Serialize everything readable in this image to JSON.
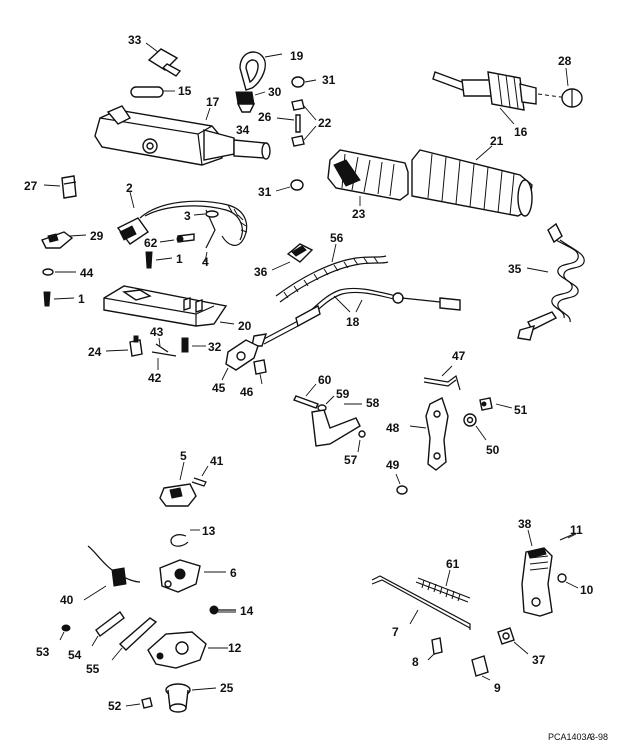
{
  "diagram": {
    "type": "exploded parts diagram",
    "footer": {
      "code": "PCA1403A",
      "date": "3-98"
    },
    "callouts": [
      {
        "id": "c33",
        "label": "33"
      },
      {
        "id": "c19",
        "label": "19"
      },
      {
        "id": "c15",
        "label": "15"
      },
      {
        "id": "c30",
        "label": "30"
      },
      {
        "id": "c31a",
        "label": "31"
      },
      {
        "id": "c28",
        "label": "28"
      },
      {
        "id": "c17",
        "label": "17"
      },
      {
        "id": "c34",
        "label": "34"
      },
      {
        "id": "c26",
        "label": "26"
      },
      {
        "id": "c22",
        "label": "22"
      },
      {
        "id": "c16",
        "label": "16"
      },
      {
        "id": "c21",
        "label": "21"
      },
      {
        "id": "c27",
        "label": "27"
      },
      {
        "id": "c2",
        "label": "2"
      },
      {
        "id": "c31b",
        "label": "31"
      },
      {
        "id": "c23",
        "label": "23"
      },
      {
        "id": "c3",
        "label": "3"
      },
      {
        "id": "c29",
        "label": "29"
      },
      {
        "id": "c62",
        "label": "62"
      },
      {
        "id": "c1a",
        "label": "1"
      },
      {
        "id": "c4",
        "label": "4"
      },
      {
        "id": "c56",
        "label": "56"
      },
      {
        "id": "c36",
        "label": "36"
      },
      {
        "id": "c44",
        "label": "44"
      },
      {
        "id": "c35",
        "label": "35"
      },
      {
        "id": "c1b",
        "label": "1"
      },
      {
        "id": "c20",
        "label": "20"
      },
      {
        "id": "c18",
        "label": "18"
      },
      {
        "id": "c43",
        "label": "43"
      },
      {
        "id": "c32",
        "label": "32"
      },
      {
        "id": "c24",
        "label": "24"
      },
      {
        "id": "c42",
        "label": "42"
      },
      {
        "id": "c45",
        "label": "45"
      },
      {
        "id": "c46",
        "label": "46"
      },
      {
        "id": "c47",
        "label": "47"
      },
      {
        "id": "c60",
        "label": "60"
      },
      {
        "id": "c59",
        "label": "59"
      },
      {
        "id": "c58",
        "label": "58"
      },
      {
        "id": "c51",
        "label": "51"
      },
      {
        "id": "c48",
        "label": "48"
      },
      {
        "id": "c50",
        "label": "50"
      },
      {
        "id": "c57",
        "label": "57"
      },
      {
        "id": "c5",
        "label": "5"
      },
      {
        "id": "c41",
        "label": "41"
      },
      {
        "id": "c49",
        "label": "49"
      },
      {
        "id": "c13",
        "label": "13"
      },
      {
        "id": "c38",
        "label": "38"
      },
      {
        "id": "c11",
        "label": "11"
      },
      {
        "id": "c61",
        "label": "61"
      },
      {
        "id": "c40",
        "label": "40"
      },
      {
        "id": "c6",
        "label": "6"
      },
      {
        "id": "c10",
        "label": "10"
      },
      {
        "id": "c14",
        "label": "14"
      },
      {
        "id": "c7",
        "label": "7"
      },
      {
        "id": "c53",
        "label": "53"
      },
      {
        "id": "c54",
        "label": "54"
      },
      {
        "id": "c12",
        "label": "12"
      },
      {
        "id": "c37",
        "label": "37"
      },
      {
        "id": "c55",
        "label": "55"
      },
      {
        "id": "c8",
        "label": "8"
      },
      {
        "id": "c25",
        "label": "25"
      },
      {
        "id": "c52",
        "label": "52"
      },
      {
        "id": "c9",
        "label": "9"
      }
    ]
  }
}
